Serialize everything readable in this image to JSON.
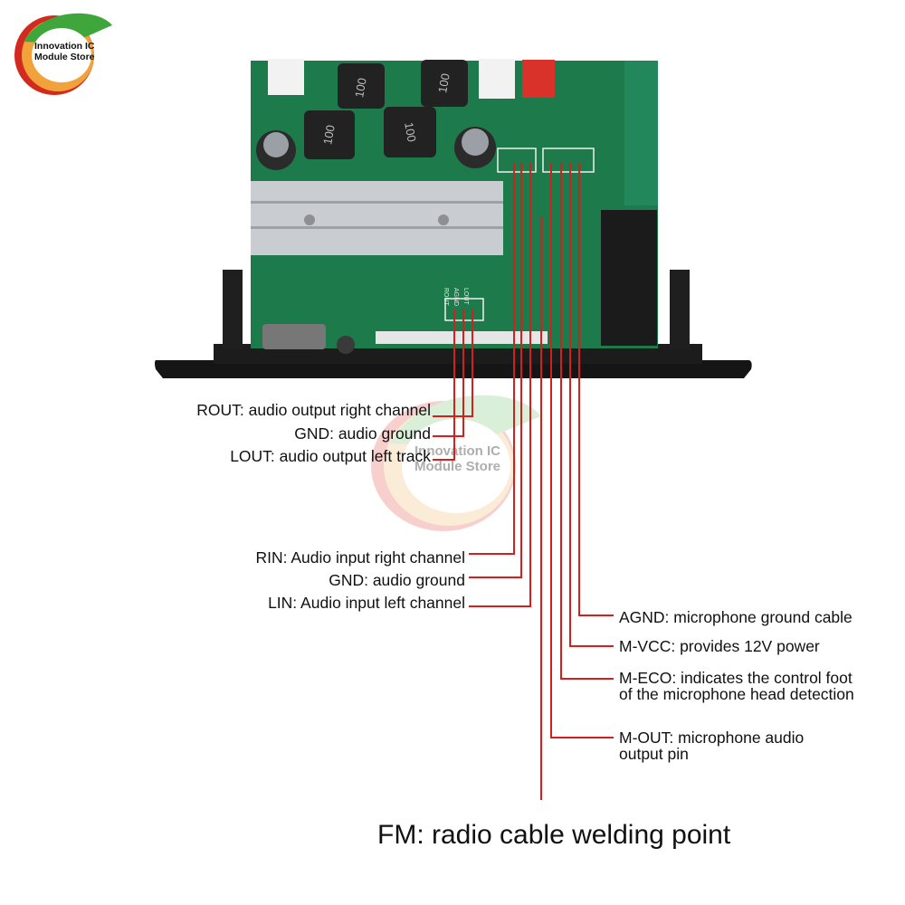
{
  "brand": {
    "line1": "Innovation IC",
    "line2": "Module Store",
    "colors": {
      "red": "#d32a1f",
      "orange": "#f2a23a",
      "green": "#3fa63b"
    }
  },
  "watermark": {
    "line1": "Innovation IC",
    "line2": "Module Store"
  },
  "board": {
    "inductor_marks": [
      "100",
      "100",
      "100",
      "100"
    ],
    "connector_pins": [
      "ROUT",
      "AGND",
      "LOUT"
    ],
    "colors": {
      "pcb": "#1d7a4a",
      "heatsink": "#c9ccd1",
      "bezel": "#1a1a1a",
      "wire": "#d41f1f"
    }
  },
  "labels": {
    "rout": "ROUT: audio output right channel",
    "gnd_out": "GND: audio ground",
    "lout": "LOUT: audio output left track",
    "rin": "RIN: Audio input right channel",
    "gnd_in": "GND: audio ground",
    "lin": "LIN: Audio input left channel",
    "agnd": "AGND: microphone ground cable",
    "mvcc": "M-VCC: provides 12V power",
    "meco": "M-ECO: indicates the control foot of the microphone head detection",
    "mout": "M-OUT: microphone audio output pin",
    "fm": "FM: radio cable welding point"
  }
}
